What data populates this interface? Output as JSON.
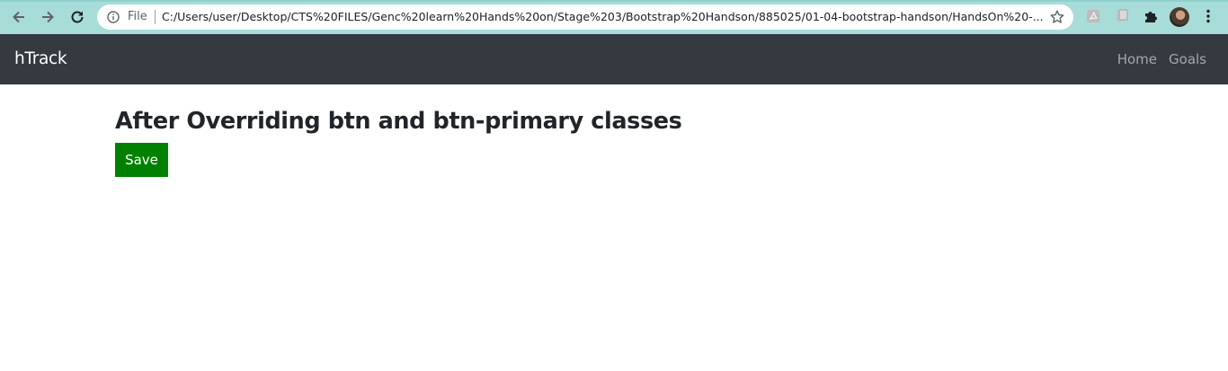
{
  "browser": {
    "file_label": "File",
    "url": "C:/Users/user/Desktop/CTS%20FILES/Genc%20learn%20Hands%20on/Stage%203/Bootstrap%20Handson/885025/01-04-bootstrap-handson/HandsOn%20-..."
  },
  "navbar": {
    "brand": "hTrack",
    "links": [
      {
        "label": "Home"
      },
      {
        "label": "Goals"
      }
    ]
  },
  "main": {
    "heading": "After Overriding btn and btn-primary classes",
    "save_label": "Save"
  },
  "colors": {
    "navbar_bg": "#343a40",
    "save_button_bg": "#008000",
    "chrome_bg": "#a7dcd9"
  }
}
